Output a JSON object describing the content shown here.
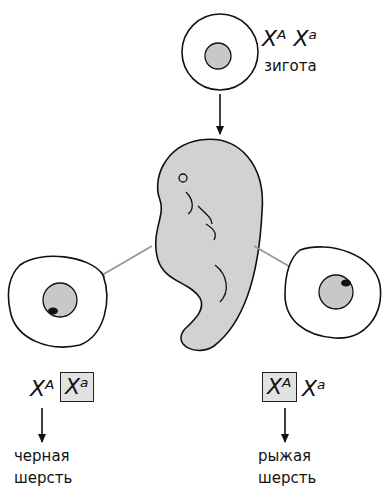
{
  "diagram": {
    "nodes": [
      {
        "text": [
          "Xᵃ"
        ]
      },
      {
        "text": [
          "Xᴬ"
        ]
      }
    ],
    "labels": [
      "Xᴬ Xᵃ",
      "зигота",
      "Xᴬ",
      "Xᵃ",
      "черная шерсть",
      "рыжая шерсть"
    ]
  }
}
